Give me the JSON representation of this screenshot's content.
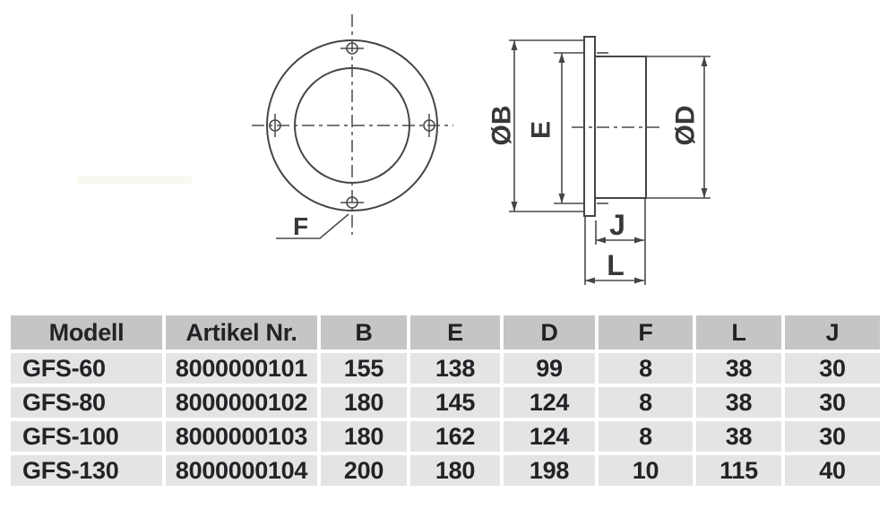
{
  "drawing": {
    "front_view": {
      "hole_label": "F"
    },
    "side_view": {
      "flange_diameter_label": "ØB",
      "bolt_circle_label": "E",
      "duct_diameter_label": "ØD",
      "collar_depth_label": "J",
      "total_depth_label": "L"
    },
    "line_color": "#454545"
  },
  "table": {
    "header_bg": "#c5c5c5",
    "row_bg": "#e4e4e4",
    "headers": [
      "Modell",
      "Artikel Nr.",
      "B",
      "E",
      "D",
      "F",
      "L",
      "J"
    ],
    "rows": [
      [
        "GFS-60",
        "8000000101",
        "155",
        "138",
        "99",
        "8",
        "38",
        "30"
      ],
      [
        "GFS-80",
        "8000000102",
        "180",
        "145",
        "124",
        "8",
        "38",
        "30"
      ],
      [
        "GFS-100",
        "8000000103",
        "180",
        "162",
        "124",
        "8",
        "38",
        "30"
      ],
      [
        "GFS-130",
        "8000000104",
        "200",
        "180",
        "198",
        "10",
        "115",
        "40"
      ]
    ]
  }
}
